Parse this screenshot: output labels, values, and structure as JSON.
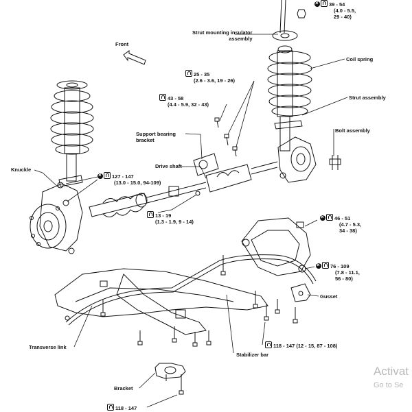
{
  "labels": {
    "front": "Front",
    "strut_insulator": [
      "Strut mounting insulator",
      "assembly"
    ],
    "coil_spring": "Coil spring",
    "strut_assembly": "Strut assembly",
    "bolt_assembly": "Bolt assembly",
    "support_bearing": [
      "Support bearing",
      "bracket"
    ],
    "drive_shaft": "Drive shaft",
    "knuckle": "Knuckle",
    "gusset": "Gusset",
    "transverse_link": "Transverse link",
    "stabilizer_bar": "Stabilizer bar",
    "bracket": "Bracket"
  },
  "torques": {
    "t39": [
      "39 - 54",
      "(4.0 - 5.5,",
      "29 - 40)"
    ],
    "t25": [
      "25 - 35",
      "(2.6 - 3.6, 19 - 26)"
    ],
    "t43": [
      "43 - 58",
      "(4.4 - 5.9, 32 - 43)"
    ],
    "t127": [
      "127 - 147",
      "(13.0 - 15.0, 94-109)"
    ],
    "t13": [
      "13 - 19",
      "(1.3 - 1.9, 9 - 14)"
    ],
    "t46": [
      "46 - 51",
      "(4.7 - 5.3,",
      "34 - 38)"
    ],
    "t76": [
      "76 - 109",
      "(7.8 - 11.1,",
      "56 - 80)"
    ],
    "t118a": "118 - 147 (12 - 15, 87 - 108)",
    "t118b": "118 - 147"
  },
  "watermark": {
    "line1": "Activat",
    "line2": "Go to Se"
  }
}
